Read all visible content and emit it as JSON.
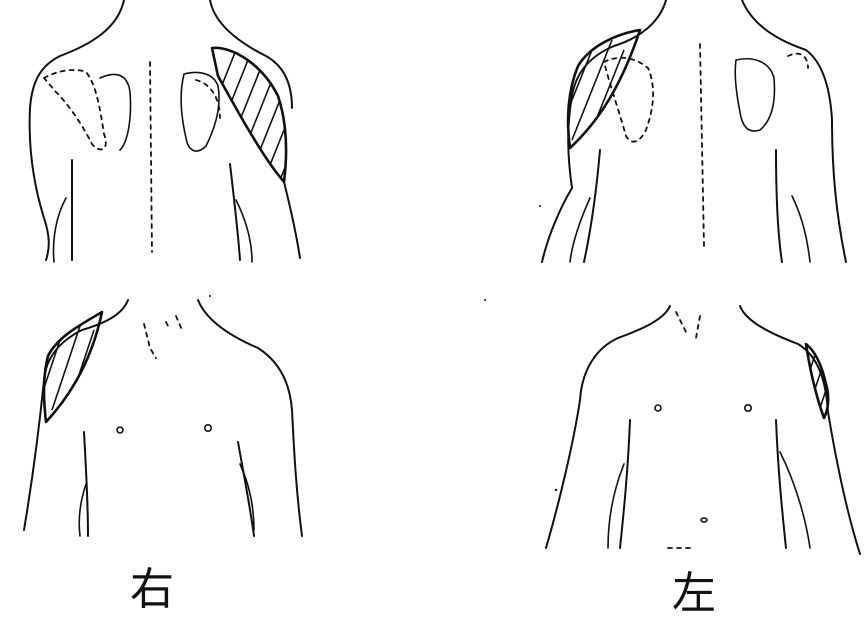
{
  "figure": {
    "panels": [
      {
        "id": "right-back",
        "view": "back",
        "side_group": "right",
        "shaded_region": "shoulder",
        "shaded_side": "viewer-right"
      },
      {
        "id": "left-back",
        "view": "back",
        "side_group": "left",
        "shaded_region": "shoulder",
        "shaded_side": "viewer-left"
      },
      {
        "id": "right-front",
        "view": "front",
        "side_group": "right",
        "shaded_region": "shoulder",
        "shaded_side": "viewer-left"
      },
      {
        "id": "left-front",
        "view": "front",
        "side_group": "left",
        "shaded_region": "upper-arm",
        "shaded_side": "viewer-right"
      }
    ],
    "labels": {
      "right": "右",
      "left": "左"
    },
    "colors": {
      "ink": "#111111",
      "background": "#ffffff"
    }
  }
}
